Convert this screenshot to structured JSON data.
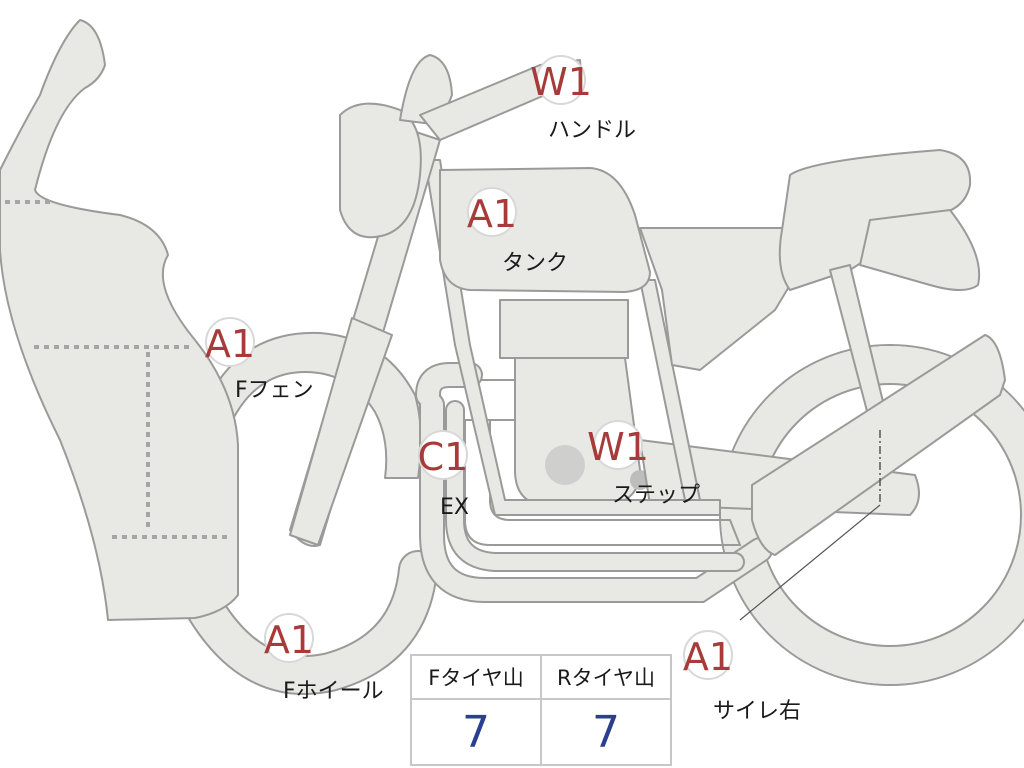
{
  "parts": [
    {
      "id": "handle",
      "grade": "W1",
      "label": "ハンドル"
    },
    {
      "id": "tank",
      "grade": "A1",
      "label": "タンク"
    },
    {
      "id": "front-fender",
      "grade": "A1",
      "label": "Fフェン"
    },
    {
      "id": "exhaust",
      "grade": "C1",
      "label": "EX"
    },
    {
      "id": "step",
      "grade": "W1",
      "label": "ステップ"
    },
    {
      "id": "front-wheel",
      "grade": "A1",
      "label": "Fホイール"
    },
    {
      "id": "muffler",
      "grade": "A1",
      "label": "サイレ右"
    }
  ],
  "tire_table": {
    "headers": [
      "Fタイヤ山",
      "Rタイヤ山"
    ],
    "values": [
      "7",
      "7"
    ]
  },
  "colors": {
    "body_fill": "#e8e8e5",
    "body_stroke": "#9a9a98",
    "grade_text": "#a83a3a",
    "table_value": "#2a3f8f"
  }
}
